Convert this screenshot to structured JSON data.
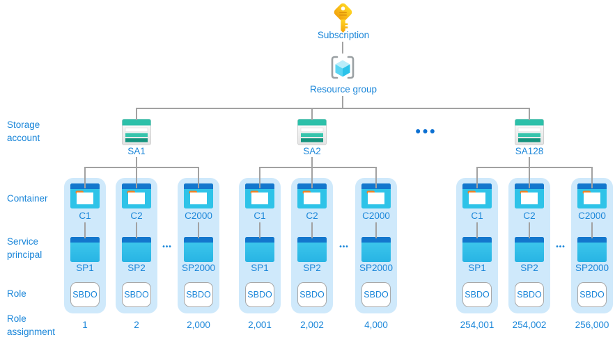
{
  "top": {
    "subscription_label": "Subscription",
    "resource_group_label": "Resource group"
  },
  "row_labels": {
    "storage_account": "Storage account",
    "container": "Container",
    "service_principal": "Service principal",
    "role": "Role",
    "role_assignment": "Role assignment"
  },
  "separators": {
    "storage_level": "•••",
    "container_level": "•••"
  },
  "groups": [
    {
      "storage_account": "SA1",
      "columns": [
        {
          "container": "C1",
          "service_principal": "SP1",
          "role": "SBDO",
          "role_assignment": "1"
        },
        {
          "container": "C2",
          "service_principal": "SP2",
          "role": "SBDO",
          "role_assignment": "2"
        },
        {
          "container": "C2000",
          "service_principal": "SP2000",
          "role": "SBDO",
          "role_assignment": "2,000"
        }
      ]
    },
    {
      "storage_account": "SA2",
      "columns": [
        {
          "container": "C1",
          "service_principal": "SP1",
          "role": "SBDO",
          "role_assignment": "2,001"
        },
        {
          "container": "C2",
          "service_principal": "SP2",
          "role": "SBDO",
          "role_assignment": "2,002"
        },
        {
          "container": "C2000",
          "service_principal": "SP2000",
          "role": "SBDO",
          "role_assignment": "4,000"
        }
      ]
    },
    {
      "storage_account": "SA128",
      "columns": [
        {
          "container": "C1",
          "service_principal": "SP1",
          "role": "SBDO",
          "role_assignment": "254,001"
        },
        {
          "container": "C2",
          "service_principal": "SP2",
          "role": "SBDO",
          "role_assignment": "254,002"
        },
        {
          "container": "C2000",
          "service_principal": "SP2000",
          "role": "SBDO",
          "role_assignment": "256,000"
        }
      ]
    }
  ],
  "colors": {
    "accent_text": "#1a86d9",
    "card_background": "#cfe9fb",
    "connector_gray": "#a2a2a2",
    "header_blue": "#1377cd",
    "container_cyan": "#2ec3e8",
    "storage_teal": "#2cc0a9",
    "key_gold": "#f2a30d",
    "role_badge_border": "#a8a8a8"
  }
}
